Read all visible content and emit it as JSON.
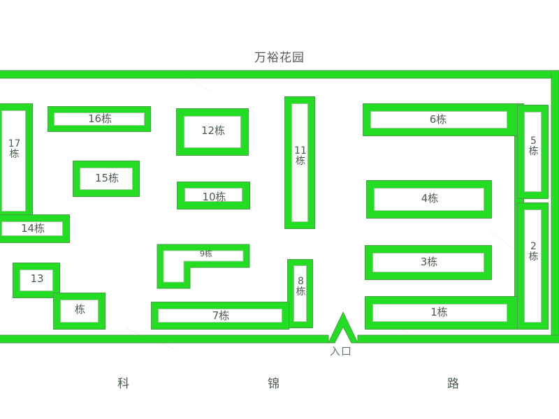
{
  "map": {
    "community_title": "万裕花园",
    "entrance_label": "入口",
    "road_label_parts": [
      "科",
      "锦",
      "路"
    ],
    "road_label_full": "科 锦 路",
    "colors": {
      "wall_green": "#22dd22",
      "wall_stroke": "#4c9c4c",
      "core_white": "#ffffff",
      "core_stroke": "#9fc79f",
      "text_gray": "#4b5b4b",
      "background": "#ffffff"
    }
  },
  "buildings": [
    {
      "id": "17",
      "label": "17\n栋",
      "orientation": "vertical"
    },
    {
      "id": "16",
      "label": "16栋",
      "orientation": "horizontal"
    },
    {
      "id": "15",
      "label": "15栋",
      "orientation": "horizontal"
    },
    {
      "id": "14",
      "label": "14栋",
      "orientation": "horizontal"
    },
    {
      "id": "13",
      "label": "13",
      "label2": "栋",
      "orientation": "stepped"
    },
    {
      "id": "12",
      "label": "12栋",
      "orientation": "horizontal"
    },
    {
      "id": "11",
      "label": "11\n栋",
      "orientation": "vertical"
    },
    {
      "id": "10",
      "label": "10栋",
      "orientation": "horizontal"
    },
    {
      "id": "9",
      "label": "9栋",
      "orientation": "l-shape"
    },
    {
      "id": "8",
      "label": "8\n栋",
      "orientation": "vertical"
    },
    {
      "id": "7",
      "label": "7栋",
      "orientation": "horizontal"
    },
    {
      "id": "6",
      "label": "6栋",
      "orientation": "horizontal"
    },
    {
      "id": "5",
      "label": "5\n栋",
      "orientation": "vertical"
    },
    {
      "id": "4",
      "label": "4栋",
      "orientation": "horizontal"
    },
    {
      "id": "3",
      "label": "3栋",
      "orientation": "horizontal"
    },
    {
      "id": "2",
      "label": "2\n栋",
      "orientation": "vertical"
    },
    {
      "id": "1",
      "label": "1栋",
      "orientation": "horizontal"
    }
  ]
}
